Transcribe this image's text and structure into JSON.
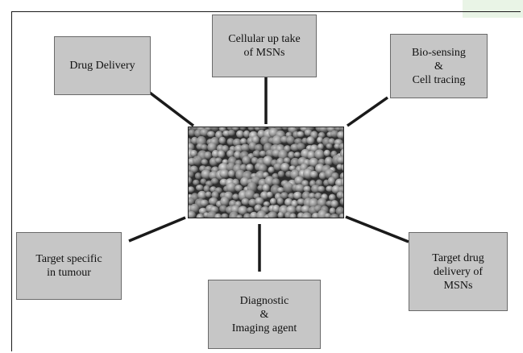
{
  "diagram": {
    "nodes": {
      "drug_delivery": "Drug Delivery",
      "cellular_uptake": "Cellular up take\nof MSNs",
      "bio_sensing": "Bio-sensing\n&\nCell tracing",
      "target_specific": "Target specific\nin tumour",
      "diagnostic": "Diagnostic\n&\nImaging agent",
      "target_drug_delivery": "Target drug\ndelivery of\nMSNs"
    },
    "center_image": "sem-micrograph-mesoporous-silica-nanoparticles",
    "colors": {
      "node_fill": "#c6c6c6",
      "node_border": "#6a6a6a",
      "connector": "#1a1a1a",
      "corner_tint": "#e9f4e6"
    }
  }
}
